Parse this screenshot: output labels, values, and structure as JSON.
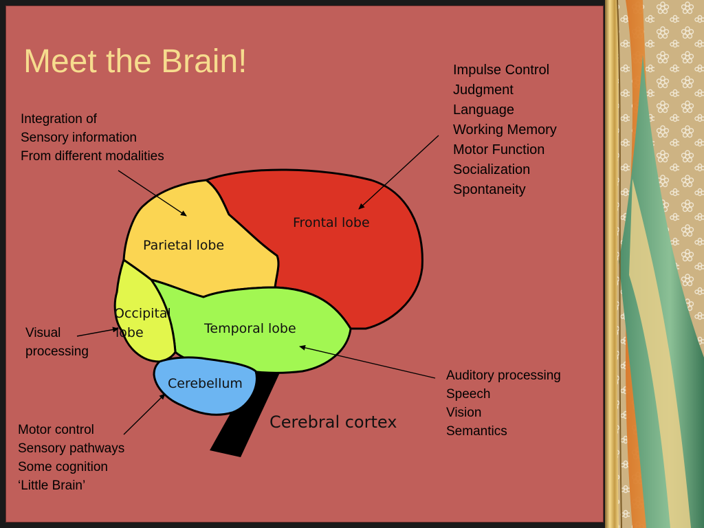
{
  "slide": {
    "title": "Meet the Brain!",
    "colors": {
      "background": "#c05f5a",
      "title": "#f6dc8e",
      "frontal": "#dc3324",
      "parietal": "#fbd552",
      "occipital": "#e2f64c",
      "temporal": "#a2f752",
      "cerebellum": "#6cb5f2",
      "brainstem": "#000000"
    }
  },
  "diagram": {
    "labels": {
      "frontal": "Frontal lobe",
      "parietal": "Parietal lobe",
      "occipital_1": "Occipital",
      "occipital_2": "lobe",
      "temporal": "Temporal lobe",
      "cerebellum": "Cerebellum",
      "cortex": "Cerebral cortex"
    }
  },
  "annotations": {
    "parietal": [
      "Integration of",
      "Sensory information",
      "From different modalities"
    ],
    "frontal": [
      "Impulse Control",
      "Judgment",
      "Language",
      "Working Memory",
      "Motor Function",
      "Socialization",
      "Spontaneity"
    ],
    "occipital": [
      "Visual",
      "processing"
    ],
    "temporal": [
      "Auditory processing",
      "Speech",
      "Vision",
      "Semantics"
    ],
    "cerebellum": [
      "Motor control",
      "Sensory pathways",
      "Some cognition",
      "‘Little Brain’"
    ]
  }
}
